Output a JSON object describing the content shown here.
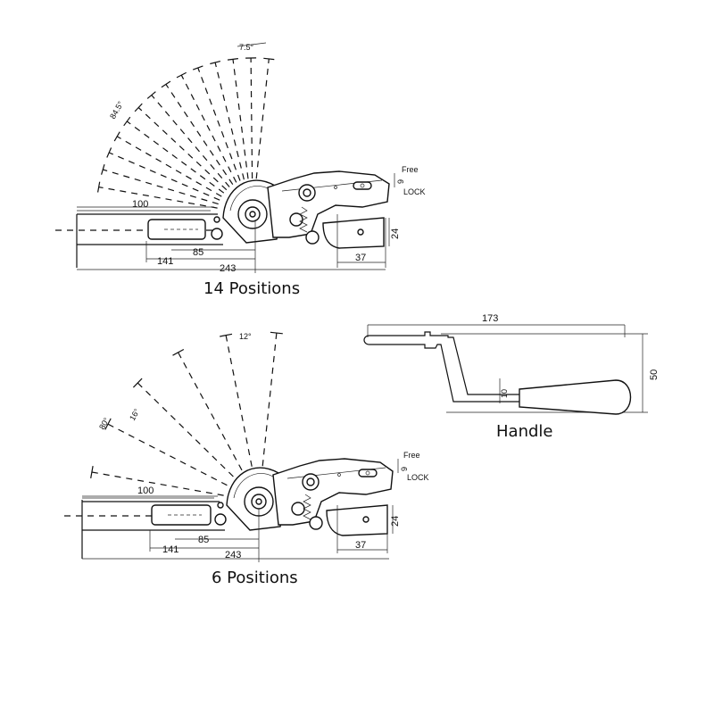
{
  "figures": [
    {
      "caption": "14 Positions",
      "angle_top": "7.5°",
      "angle_side": "84.5°",
      "dims": {
        "d100": "100",
        "d85": "85",
        "d141": "141",
        "d243": "243",
        "d37": "37",
        "d24": "24",
        "d9": "9"
      },
      "free_label": "Free",
      "lock_label": "LOCK"
    },
    {
      "caption": "6 Positions",
      "angle_top": "12°",
      "angle_side": "80°",
      "angle_inner": "16°",
      "dims": {
        "d100": "100",
        "d85": "85",
        "d141": "141",
        "d243": "243",
        "d37": "37",
        "d24": "24",
        "d9": "9"
      },
      "free_label": "Free",
      "lock_label": "LOCK"
    }
  ],
  "handle": {
    "caption": "Handle",
    "length": "173",
    "height": "50",
    "grip_offset": "10"
  }
}
